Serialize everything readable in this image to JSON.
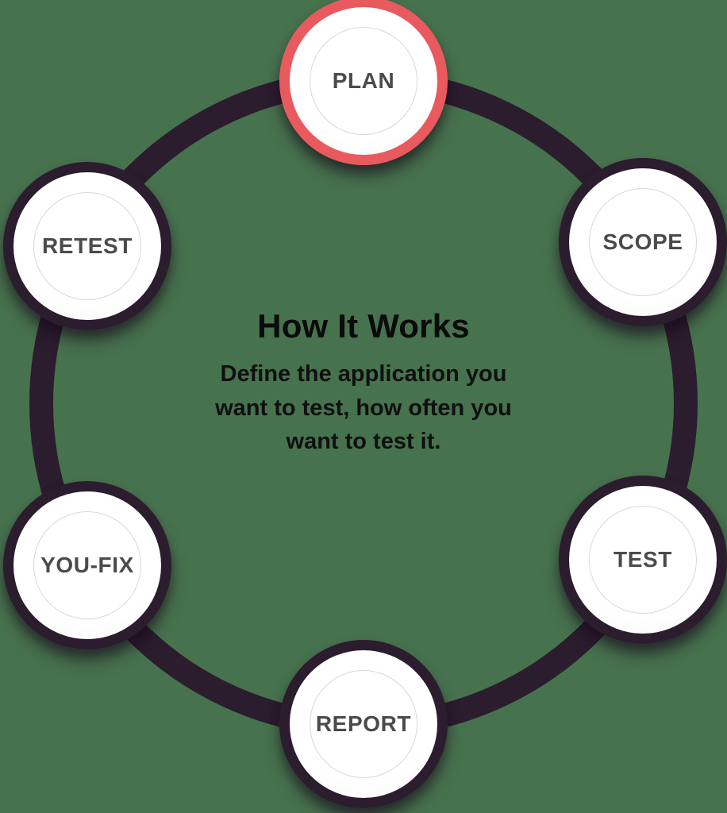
{
  "diagram": {
    "title": "How It Works",
    "description_lines": [
      "Define the application you",
      "want to test, how often you",
      "want to test it."
    ]
  },
  "steps": [
    {
      "id": "plan",
      "label": "PLAN",
      "highlighted": true
    },
    {
      "id": "scope",
      "label": "SCOPE",
      "highlighted": false
    },
    {
      "id": "test",
      "label": "TEST",
      "highlighted": false
    },
    {
      "id": "report",
      "label": "REPORT",
      "highlighted": false
    },
    {
      "id": "you-fix",
      "label": "YOU-FIX",
      "highlighted": false
    },
    {
      "id": "retest",
      "label": "RETEST",
      "highlighted": false
    }
  ],
  "colors": {
    "background": "#47724E",
    "ring": "#2B1C2E",
    "highlight_ring": "#E85A5E",
    "node_fill": "#FFFFFF",
    "inner_circle": "#D9D9D9",
    "node_label": "#4B4B4B",
    "title_text": "#0B0B0B"
  }
}
